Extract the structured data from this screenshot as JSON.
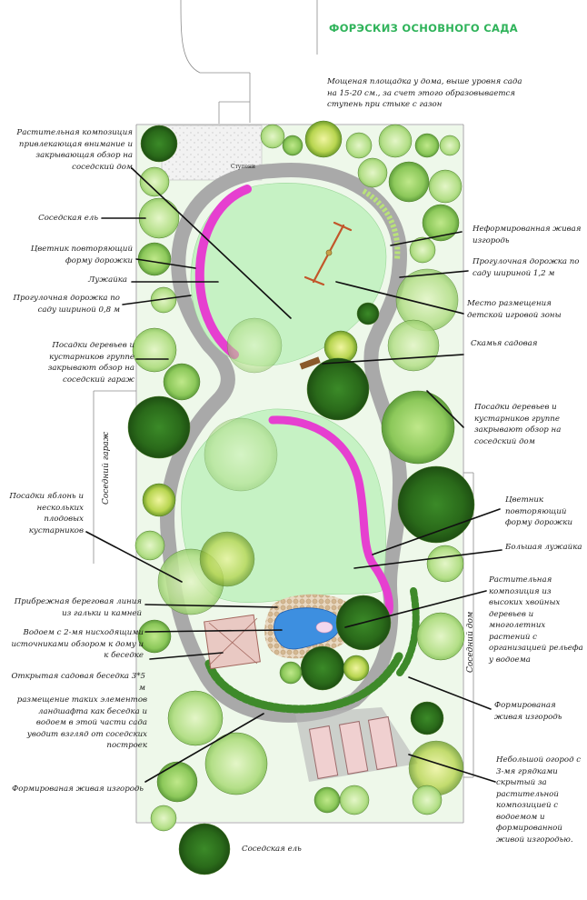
{
  "title": "ФОРЭСКИЗ ОСНОВНОГО САДА",
  "notes": {
    "terrace": "Мощеная площадка у дома, выше уровня сада на 15-20 см., за счет этого образовывается ступень при стыке с газон",
    "plant_composition_top": "Растительная композиция привлекающая внимание и закрывающая обзор на соседский дом",
    "neighbor_spruce_top": "Соседская ель",
    "flowerbed_repeat_top": "Цветник повторяющий форму дорожки",
    "lawn_top": "Лужайка",
    "path_08": "Прогулочная дорожка по саду шириной 0,8 м",
    "trees_garage": "Посадки деревьев и кустарников группе закрывают обзор на соседский гараж",
    "apple_trees": "Посадки яблонь и нескольких плодовых кустарников",
    "shore_line": "Прибрежная береговая линия из гальки и камней",
    "pond": "Водоем с 2-мя нисходящими источниками обзором к дому и к беседке",
    "gazebo": "Открытая садовая беседка 3*5 м",
    "gazebo_note": "размещение таких элементов ландшафта как беседка и водоем в этой части сада уводит взгляд от соседских построек",
    "hedge_bottom_left": "Формированая живая изгородь",
    "neighbor_spruce_bottom": "Соседская ель",
    "hedge_informal": "Неформированная живая изгородь",
    "path_12": "Прогулочная дорожка по саду шириной 1,2 м",
    "playground": "Место размещения детской игровой зоны",
    "bench": "Скамья садовая",
    "trees_house": "Посадки деревьев и кустарников группе закрывают обзор на соседский дом",
    "flowerbed_repeat_right": "Цветник повторяющий форму дорожки",
    "big_lawn": "Большая лужайка",
    "plant_composition_pond": "Растительная композиция из высоких хвойных деревьев и многолетних растений с организацией рельефа у водоема",
    "hedge_formed_right": "Формированая живая изгородь",
    "vegetable_garden": "Небольшой огород с 3-мя грядками скрытый за растительной композицией с водоемом и формированной живой изгородью."
  },
  "vertical_labels": {
    "garage": "Соседний гараж",
    "house": "Соседний дом"
  },
  "small_labels": {
    "steps": "Ступени"
  },
  "colors": {
    "lawn": "#c6f2c4",
    "path": "#a9a9a9",
    "flowerbed": "#e63fd0",
    "water": "#3d8fe0",
    "title": "#2fb35a",
    "tree_dark": "#2f6f1f",
    "tree_light": "#9fd36a"
  }
}
